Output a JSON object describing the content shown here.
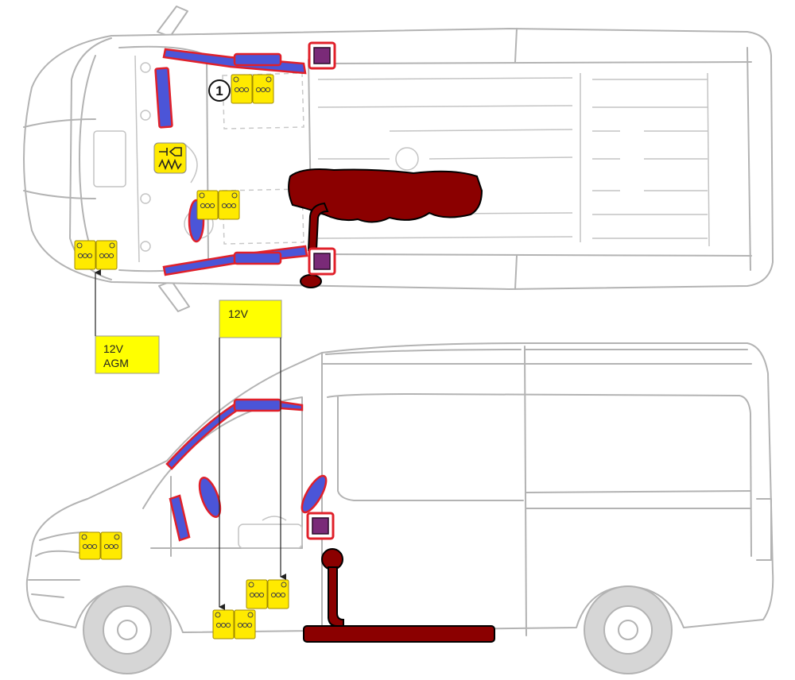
{
  "labels": {
    "battery_agm": [
      "12V",
      "AGM"
    ],
    "battery_12v": "12V"
  },
  "marker": "1",
  "colors": {
    "airbag": "#4b55d8",
    "airbag_outline": "#e0202a",
    "battery": "#ffea00",
    "fuel_tank": "#8b0000",
    "sensor": "#7a2a78",
    "label_background": "#ffff00"
  }
}
